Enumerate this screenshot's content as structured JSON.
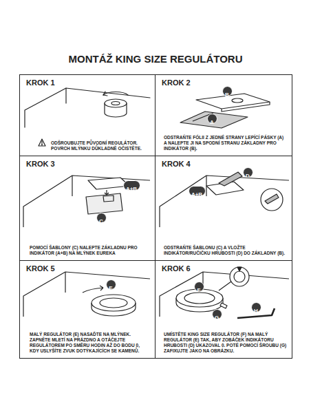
{
  "diagram": {
    "title": "MONTÁŽ KING SIZE REGULÁTORU",
    "nodes": [
      {
        "text": [
          "KROK 1",
          "ODŠROUBUJTE PŮVODNÍ REGULÁTOR. POVRCH MLÝNKU DŮKLADNĚ OČISTĚTE."
        ]
      },
      {
        "text": [
          "KROK 2",
          "ODSTRAŇTE FÓLII Z JEDNÉ STRANY LEPÍCÍ PÁSKY (A) A NALEPTE JI NA SPODNÍ STRANU ZÁKLADNY PRO INDIKÁTOR (B)."
        ]
      },
      {
        "text": [
          "B"
        ],
        "in": 1
      },
      {
        "text": [
          "A"
        ],
        "in": 1
      },
      {
        "text": [
          "KROK 3",
          "POMOCÍ ŠABLONY (C) NALEPTE ZÁKLADNU PRO INDIKÁTOR (A+B) NA MLÝNEK EUREKA"
        ]
      },
      {
        "text": [
          "A+B"
        ],
        "in": 4
      },
      {
        "text": [
          "C"
        ],
        "in": 4
      },
      {
        "text": [
          "KROK 4",
          "ODSTRAŇTE ŠABLONU (C) A VLOŽTE INDIKÁTOR/RUČIČKU HRUBOSTI (D) DO ZÁKLADNY (B)."
        ]
      },
      {
        "text": [
          "A+B"
        ],
        "in": 7
      },
      {
        "text": [
          "D"
        ],
        "in": 7
      },
      {
        "text": [
          "KROK 5",
          "MALÝ REGULÁTOR (E) NASAĎTE NA MLÝNEK. ZAPNĚTE MLETÍ NA PRÁZDNO A OTÁČEJTE REGULÁTOREM PO SMĚRU HODIN AŽ DO BODU 0, KDY USLYŠÍTE ZVUK DOTÝKAJÍCÍCH SE KAMENŮ."
        ]
      },
      {
        "text": [
          "E"
        ],
        "in": 10
      },
      {
        "text": [
          "KROK 6",
          "UMÍSTĚTE KING SIZE REGULÁTOR (F) NA MALÝ REGULÁTOR (E) TAK, ABY ZOBÁČEK INDIKÁTORU HRUBOSTI (D) UKAZOVAL 0. POTÉ POMOCÍ ŠROUBU (G) ZAFIXUJTE JAKO NA OBRÁZKU."
        ]
      },
      {
        "text": [
          "F"
        ],
        "in": 12
      },
      {
        "text": [
          "G"
        ],
        "in": 12
      },
      {
        "text": [
          "H"
        ],
        "in": 12
      }
    ]
  }
}
